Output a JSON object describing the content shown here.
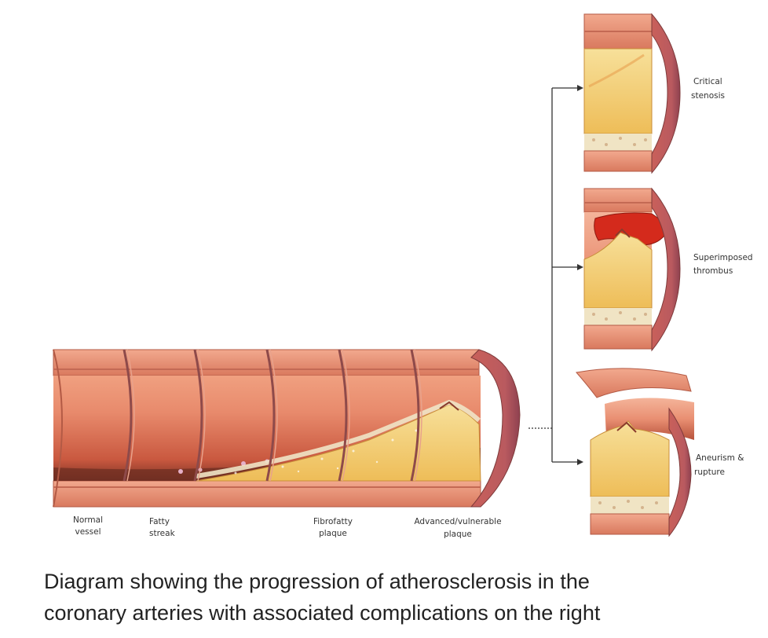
{
  "stage_labels": {
    "normal": [
      "Normal",
      "vessel"
    ],
    "fatty": [
      "Fatty",
      "streak"
    ],
    "fibrofatty": [
      "Fibrofatty",
      "plaque"
    ],
    "advanced": [
      "Advanced/vulnerable",
      "plaque"
    ]
  },
  "complication_labels": {
    "stenosis": [
      "Critical",
      "stenosis"
    ],
    "thrombus": [
      "Superimposed",
      "thrombus"
    ],
    "aneurysm": [
      "Aneurism &",
      "rupture"
    ]
  },
  "caption": {
    "line1": "Diagram showing the progression of atherosclerosis in the",
    "line2": "coronary arteries with associated complications on the right"
  },
  "colors": {
    "vessel_wall": "#e8876a",
    "vessel_lumen": "#d9694f",
    "vessel_dark": "#5a2a20",
    "plaque_yellow": "#f4d27a",
    "fibrous_cap": "#e8e0c8",
    "adventitia": "#c96a5a",
    "thrombus": "#d42a1c",
    "arrow": "#333333"
  }
}
